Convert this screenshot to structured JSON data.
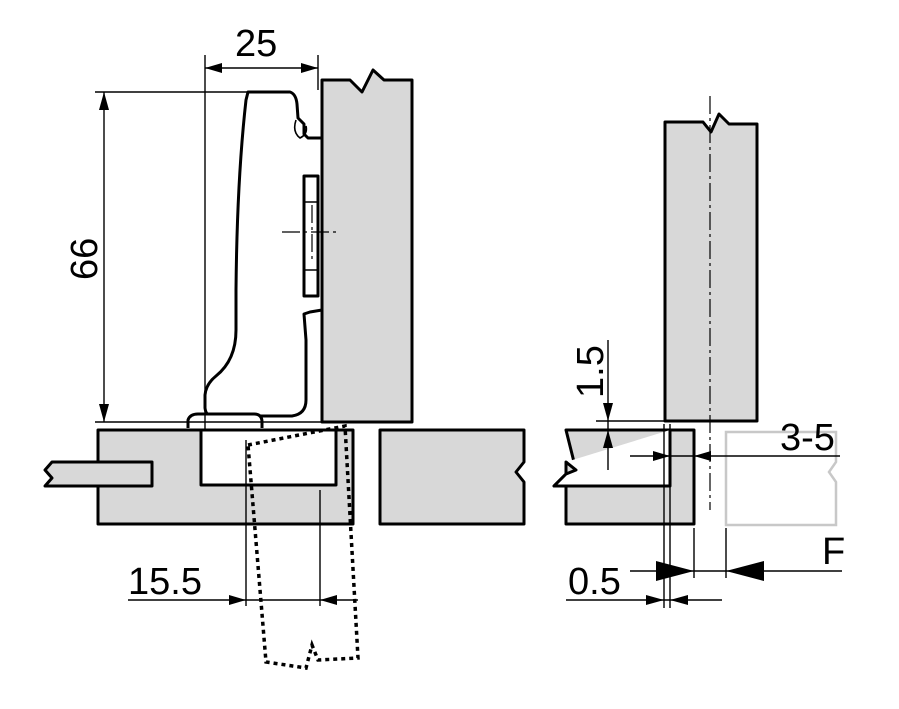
{
  "dimensions": {
    "width_label": "25",
    "height_label": "66",
    "overlay_label": "15.5",
    "offset_label": "1.5",
    "range_label": "3-5",
    "gap_label": "0.5",
    "force_label": "F"
  },
  "colors": {
    "panel_fill": "#d8d8d8",
    "outline": "#000000",
    "ghost_outline": "#c8c8c8"
  }
}
